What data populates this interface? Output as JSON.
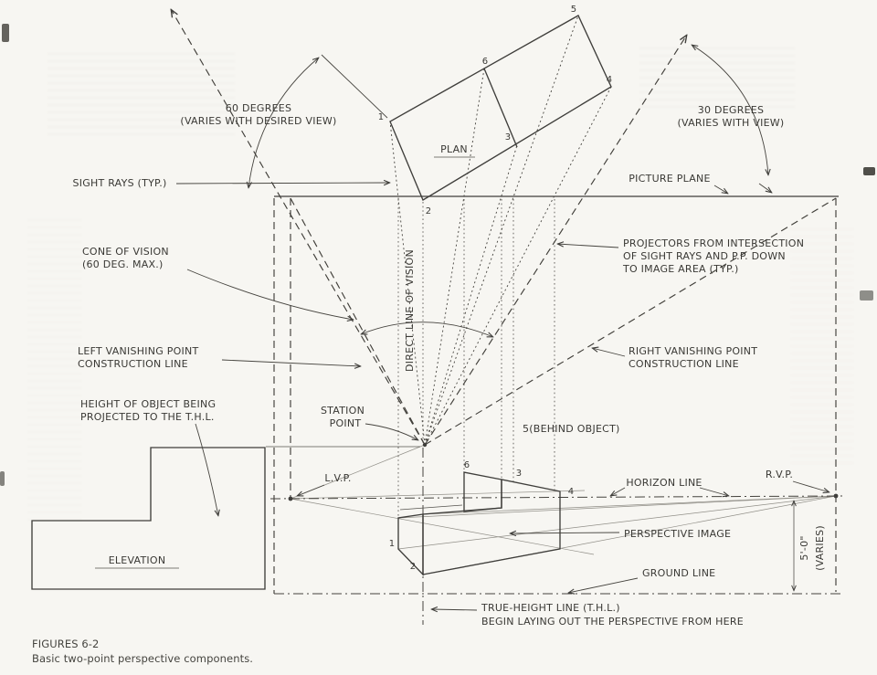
{
  "figure": {
    "number": "FIGURES 6-2",
    "caption": "Basic two-point perspective components."
  },
  "diagram": {
    "plan": {
      "title": "PLAN",
      "corners": {
        "c1": "1",
        "c2": "2",
        "c3": "3",
        "c4": "4",
        "c5": "5",
        "c6": "6"
      }
    },
    "elevation": {
      "title": "ELEVATION"
    },
    "perspective": {
      "corners": {
        "c1": "1",
        "c2": "2",
        "c3": "3",
        "c4": "4",
        "c6": "6"
      }
    },
    "labels": {
      "angle_left": [
        "60 DEGREES",
        "(VARIES WITH DESIRED VIEW)"
      ],
      "angle_right": [
        "30 DEGREES",
        "(VARIES WITH VIEW)"
      ],
      "sight_rays": "SIGHT RAYS (TYP.)",
      "picture_plane": "PICTURE PLANE",
      "cone_of_vision": [
        "CONE OF VISION",
        "(60 DEG. MAX.)"
      ],
      "projectors": [
        "PROJECTORS FROM INTERSECTION",
        "OF SIGHT RAYS AND P.P. DOWN",
        "TO IMAGE AREA (TYP.)"
      ],
      "lvp_construction": [
        "LEFT VANISHING POINT",
        "CONSTRUCTION LINE"
      ],
      "rvp_construction": [
        "RIGHT VANISHING POINT",
        "CONSTRUCTION LINE"
      ],
      "height_of_object": [
        "HEIGHT OF OBJECT BEING",
        "PROJECTED TO THE T.H.L."
      ],
      "station_point": [
        "STATION",
        "POINT"
      ],
      "direct_line_of_vision": "DIRECT LINE OF VISION",
      "behind_object": "5(BEHIND OBJECT)",
      "lvp": "L.V.P.",
      "rvp": "R.V.P.",
      "horizon_line": "HORIZON LINE",
      "perspective_image": "PERSPECTIVE IMAGE",
      "ground_line": "GROUND LINE",
      "dimension": [
        "5'-0\"",
        "(VARIES)"
      ],
      "true_height_line": [
        "TRUE-HEIGHT LINE (T.H.L.)",
        "BEGIN LAYING OUT THE PERSPECTIVE FROM HERE"
      ]
    }
  },
  "colors": {
    "ink": "#3f3e3b",
    "paper": "#f7f6f2"
  }
}
